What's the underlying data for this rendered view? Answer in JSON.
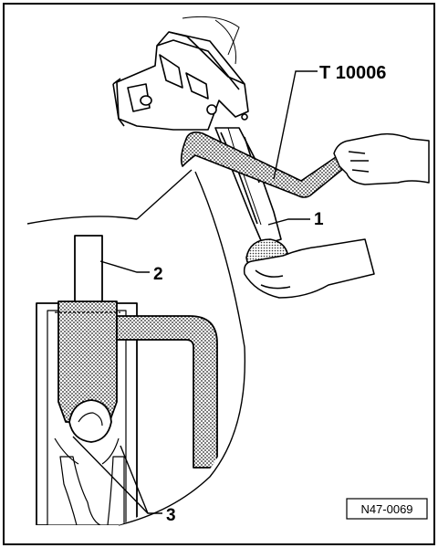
{
  "figure": {
    "labels": {
      "tool": "T 10006",
      "part1": "1",
      "part2": "2",
      "part3": "3"
    },
    "reference_code": "N47-0069"
  },
  "colors": {
    "ink": "#000000",
    "paper": "#ffffff",
    "stipple": "#8a8a8a"
  }
}
